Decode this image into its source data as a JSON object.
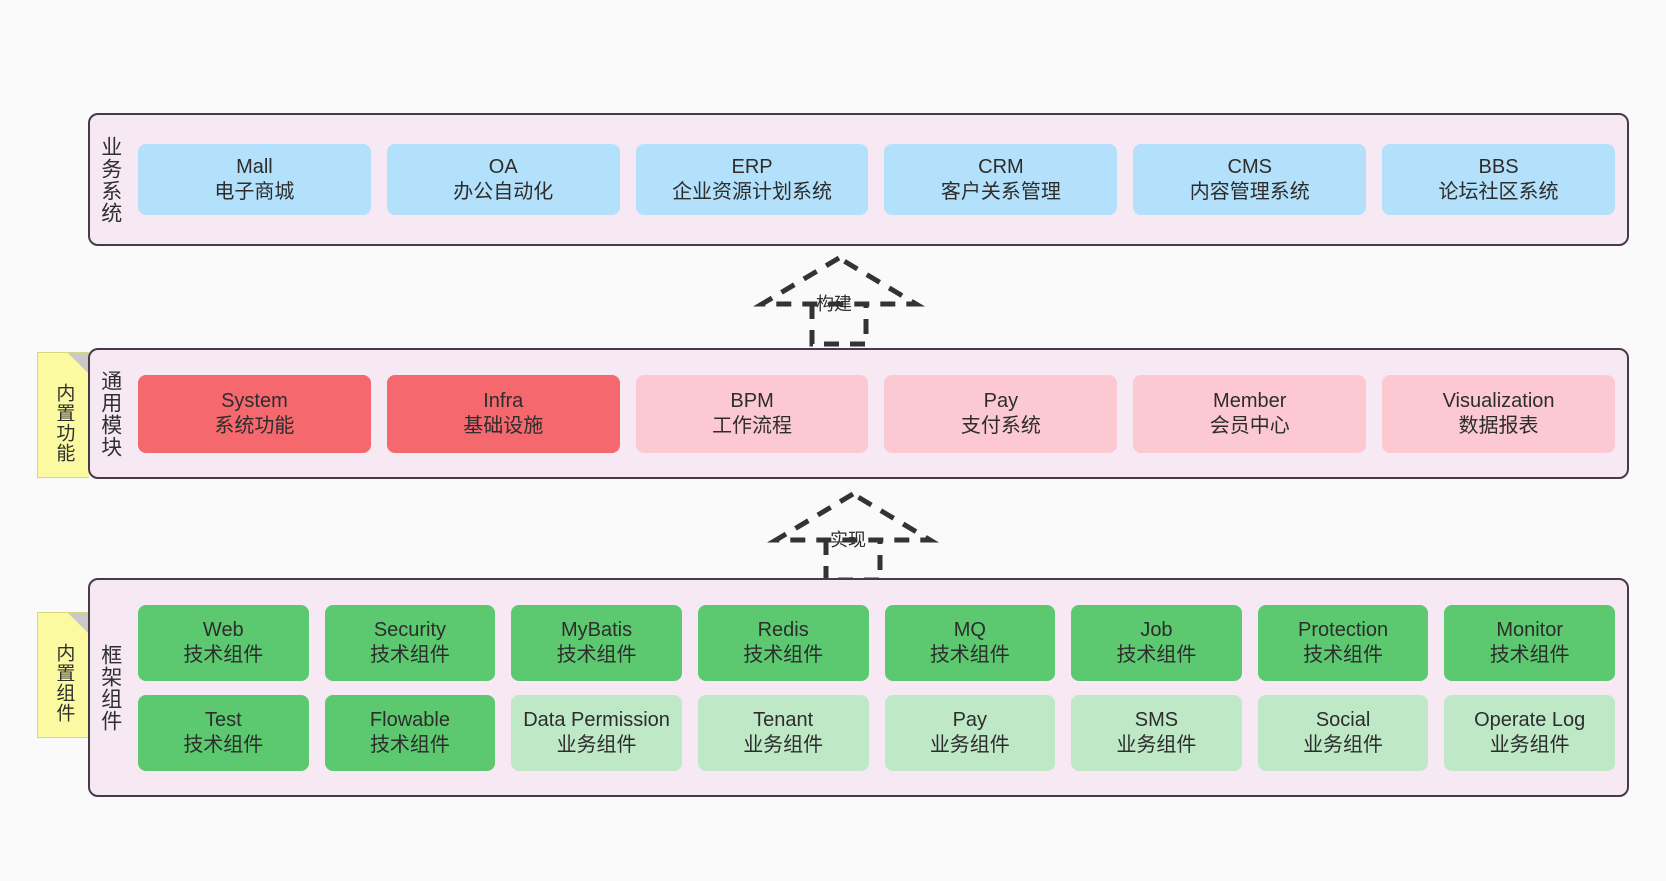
{
  "diagram": {
    "title": "ruoyi-vue-pro architecture layers",
    "colors": {
      "layer_bg": "#f7e9f4",
      "layer_border": "#4a3a47",
      "business_box": "#b3e0fb",
      "common_core_box": "#f4686e",
      "common_box": "#fcc9d2",
      "tech_component_box": "#5cc86f",
      "biz_component_box": "#bfe8c6",
      "note_bg": "#fbfaa0",
      "canvas_bg": "#fafafa"
    }
  },
  "layers": [
    {
      "id": "business",
      "title": "业务系统",
      "rows": [
        {
          "items": [
            {
              "name": "Mall",
              "desc": "电子商城",
              "style": "blue"
            },
            {
              "name": "OA",
              "desc": "办公自动化",
              "style": "blue"
            },
            {
              "name": "ERP",
              "desc": "企业资源计划系统",
              "style": "blue"
            },
            {
              "name": "CRM",
              "desc": "客户关系管理",
              "style": "blue"
            },
            {
              "name": "CMS",
              "desc": "内容管理系统",
              "style": "blue"
            },
            {
              "name": "BBS",
              "desc": "论坛社区系统",
              "style": "blue"
            }
          ]
        }
      ]
    },
    {
      "id": "common",
      "title": "通用模块",
      "note": "内置功能",
      "rows": [
        {
          "items": [
            {
              "name": "System",
              "desc": "系统功能",
              "style": "red"
            },
            {
              "name": "Infra",
              "desc": "基础设施",
              "style": "red"
            },
            {
              "name": "BPM",
              "desc": "工作流程",
              "style": "pink"
            },
            {
              "name": "Pay",
              "desc": "支付系统",
              "style": "pink"
            },
            {
              "name": "Member",
              "desc": "会员中心",
              "style": "pink"
            },
            {
              "name": "Visualization",
              "desc": "数据报表",
              "style": "pink"
            }
          ]
        }
      ]
    },
    {
      "id": "framework",
      "title": "框架组件",
      "note": "内置组件",
      "rows": [
        {
          "items": [
            {
              "name": "Web",
              "desc": "技术组件",
              "style": "green"
            },
            {
              "name": "Security",
              "desc": "技术组件",
              "style": "green"
            },
            {
              "name": "MyBatis",
              "desc": "技术组件",
              "style": "green"
            },
            {
              "name": "Redis",
              "desc": "技术组件",
              "style": "green"
            },
            {
              "name": "MQ",
              "desc": "技术组件",
              "style": "green"
            },
            {
              "name": "Job",
              "desc": "技术组件",
              "style": "green"
            },
            {
              "name": "Protection",
              "desc": "技术组件",
              "style": "green"
            },
            {
              "name": "Monitor",
              "desc": "技术组件",
              "style": "green"
            }
          ]
        },
        {
          "items": [
            {
              "name": "Test",
              "desc": "技术组件",
              "style": "green"
            },
            {
              "name": "Flowable",
              "desc": "技术组件",
              "style": "green"
            },
            {
              "name": "Data Permission",
              "desc": "业务组件",
              "style": "lightgreen"
            },
            {
              "name": "Tenant",
              "desc": "业务组件",
              "style": "lightgreen"
            },
            {
              "name": "Pay",
              "desc": "业务组件",
              "style": "lightgreen"
            },
            {
              "name": "SMS",
              "desc": "业务组件",
              "style": "lightgreen"
            },
            {
              "name": "Social",
              "desc": "业务组件",
              "style": "lightgreen"
            },
            {
              "name": "Operate Log",
              "desc": "业务组件",
              "style": "lightgreen"
            }
          ]
        }
      ]
    }
  ],
  "connectors": [
    {
      "id": "build",
      "label": "构建",
      "from": "common",
      "to": "business",
      "arrow": "dashed-hollow-triangle"
    },
    {
      "id": "impl",
      "label": "实现",
      "from": "framework",
      "to": "common",
      "arrow": "dashed-hollow-triangle"
    }
  ],
  "notes": [
    {
      "id": "builtin-feature",
      "label": "内置功能"
    },
    {
      "id": "builtin-component",
      "label": "内置组件"
    }
  ]
}
